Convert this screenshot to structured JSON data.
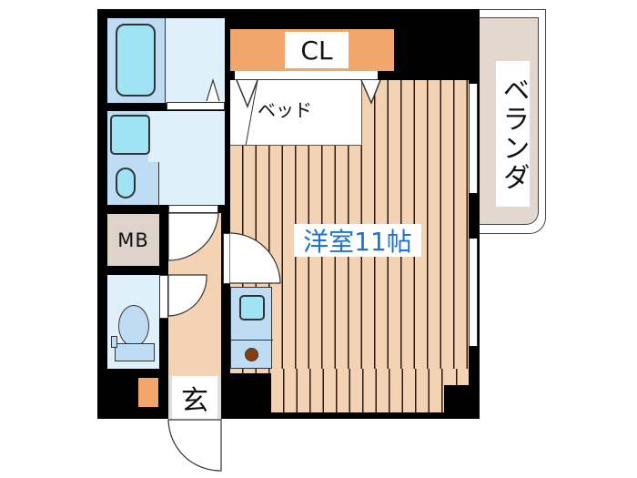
{
  "floor_plan": {
    "rooms": {
      "closet": {
        "label": "CL"
      },
      "bed": {
        "label": "ベッド"
      },
      "balcony": {
        "label": "ベランダ"
      },
      "main_room": {
        "label": "洋室11帖"
      },
      "meter_box": {
        "label": "MB"
      },
      "entrance": {
        "label": "玄"
      }
    },
    "colors": {
      "wall": "#000000",
      "wood_floor": "#f3d3b4",
      "closet": "#f2a66b",
      "wet_area": "#dff0fb",
      "fixture": "#9fe3f5",
      "balcony": "#e2d8cf",
      "meter_box": "#ddd3c9",
      "main_room_label": "#1a73d9"
    }
  }
}
